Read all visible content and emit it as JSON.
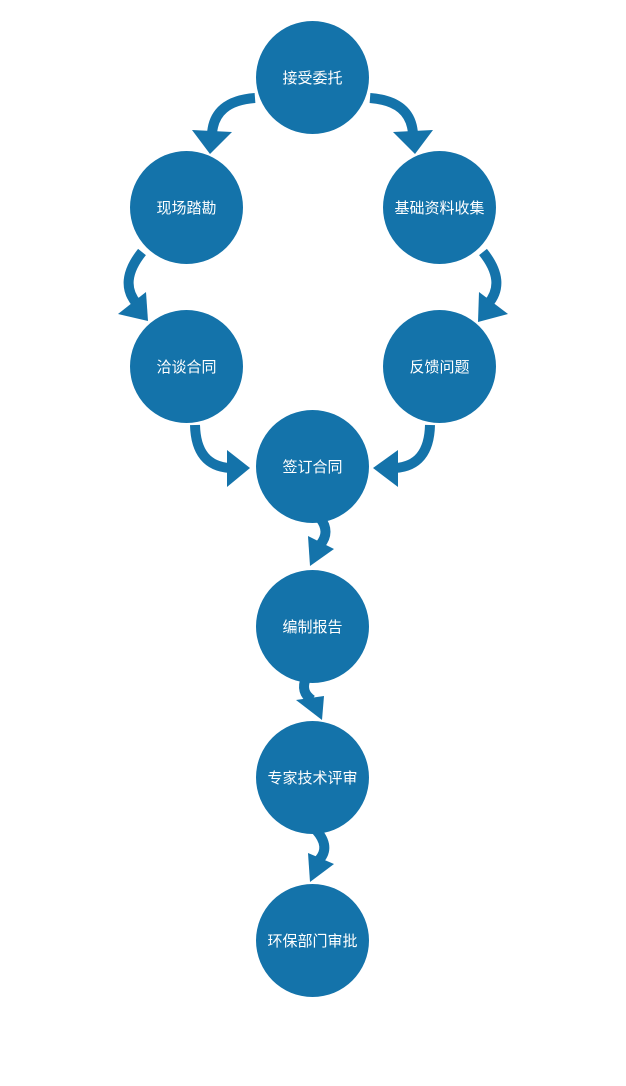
{
  "colors": {
    "node": "#1473aa",
    "text": "#ffffff"
  },
  "steps": [
    {
      "label": "接受委托"
    },
    {
      "label": "现场踏勘"
    },
    {
      "label": "基础资料收集"
    },
    {
      "label": "洽谈合同"
    },
    {
      "label": "反馈问题"
    },
    {
      "label": "签订合同"
    },
    {
      "label": "编制报告"
    },
    {
      "label": "专家技术评审"
    },
    {
      "label": "环保部门审批"
    }
  ]
}
